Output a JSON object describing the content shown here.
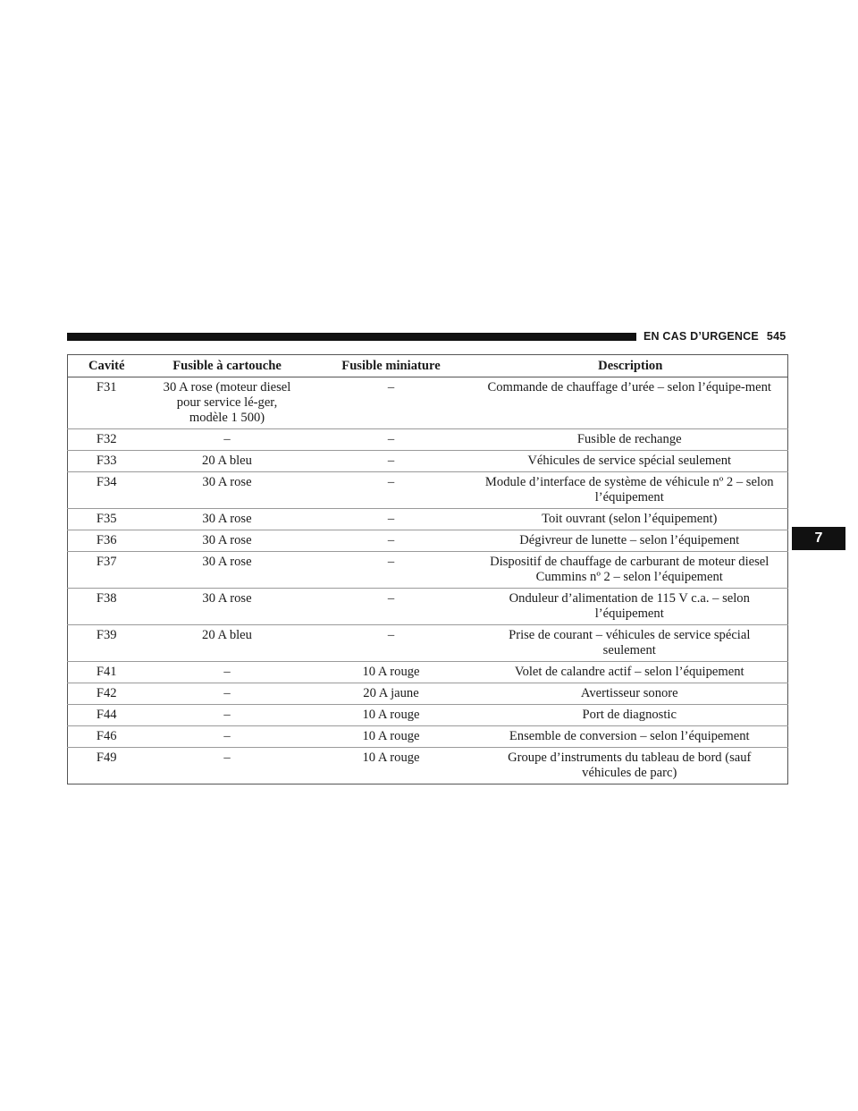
{
  "header": {
    "section": "EN CAS D’URGENCE",
    "page_number": "545"
  },
  "chapter_tab": "7",
  "table": {
    "columns": [
      "Cavité",
      "Fusible à cartouche",
      "Fusible miniature",
      "Description"
    ],
    "rows": [
      [
        "F31",
        "30 A rose (moteur diesel pour service lé-ger, modèle 1 500)",
        "–",
        "Commande de chauffage d’urée – selon l’équipe-ment"
      ],
      [
        "F32",
        "–",
        "–",
        "Fusible de rechange"
      ],
      [
        "F33",
        "20 A bleu",
        "–",
        "Véhicules de service spécial seulement"
      ],
      [
        "F34",
        "30 A rose",
        "–",
        "Module d’interface de système de véhicule nº 2 – selon l’équipement"
      ],
      [
        "F35",
        "30 A rose",
        "–",
        "Toit ouvrant (selon l’équipement)"
      ],
      [
        "F36",
        "30 A rose",
        "–",
        "Dégivreur de lunette – selon l’équipement"
      ],
      [
        "F37",
        "30 A rose",
        "–",
        "Dispositif de chauffage de carburant de moteur diesel Cummins nº 2 – selon l’équipement"
      ],
      [
        "F38",
        "30 A rose",
        "–",
        "Onduleur d’alimentation de 115 V c.a. – selon l’équipement"
      ],
      [
        "F39",
        "20 A bleu",
        "–",
        "Prise de courant – véhicules de service spécial seulement"
      ],
      [
        "F41",
        "–",
        "10 A rouge",
        "Volet de calandre actif – selon l’équipement"
      ],
      [
        "F42",
        "–",
        "20 A jaune",
        "Avertisseur sonore"
      ],
      [
        "F44",
        "–",
        "10 A rouge",
        "Port de diagnostic"
      ],
      [
        "F46",
        "–",
        "10 A rouge",
        "Ensemble de conversion – selon l’équipement"
      ],
      [
        "F49",
        "–",
        "10 A rouge",
        "Groupe d’instruments du tableau de bord (sauf véhicules de parc)"
      ]
    ]
  }
}
